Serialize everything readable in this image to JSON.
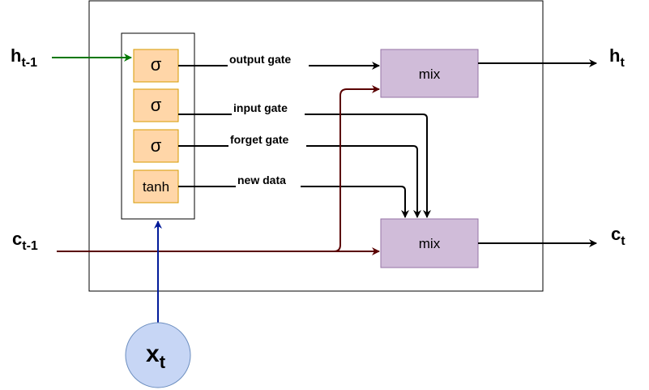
{
  "inputs": {
    "h_prev": {
      "main": "h",
      "sub": "t-1"
    },
    "c_prev": {
      "main": "c",
      "sub": "t-1"
    },
    "x": {
      "main": "x",
      "sub": "t"
    }
  },
  "outputs": {
    "h": {
      "main": "h",
      "sub": "t"
    },
    "c": {
      "main": "c",
      "sub": "t"
    }
  },
  "activations": [
    "σ",
    "σ",
    "σ",
    "tanh"
  ],
  "gates": {
    "output": "output gate",
    "input": "input gate",
    "forget": "forget gate",
    "new_data": "new data"
  },
  "mix_boxes": {
    "top": "mix",
    "bottom": "mix"
  },
  "colors": {
    "h_prev_line": "#007700",
    "c_line": "#5a0000",
    "x_line": "#001a99",
    "activation_fill": "#ffd6a8",
    "activation_stroke": "#d79b00",
    "mix_fill": "#d0bcd9",
    "mix_stroke": "#9673a6",
    "x_circle_fill": "#c7d6f5",
    "x_circle_stroke": "#6c8ebf"
  }
}
